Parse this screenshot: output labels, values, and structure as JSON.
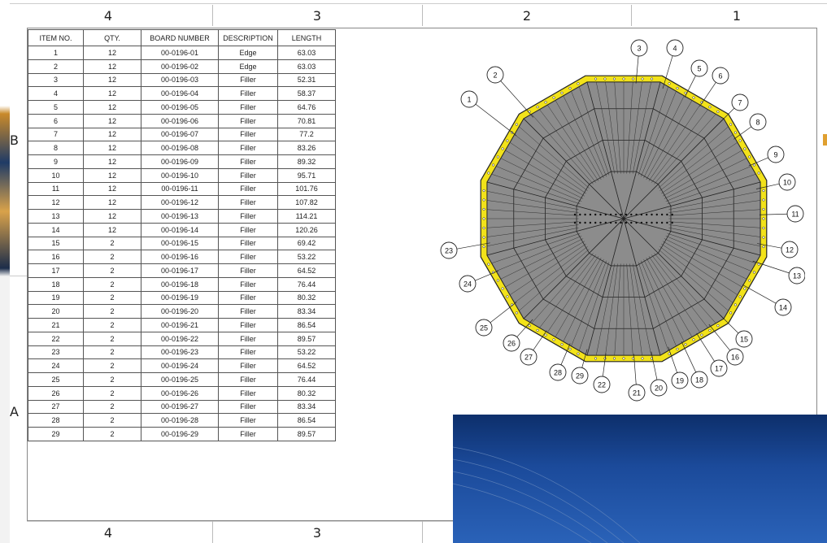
{
  "frame": {
    "top_zones": [
      "4",
      "3",
      "2",
      "1"
    ],
    "bottom_zones": [
      "4",
      "3"
    ],
    "row_letters": [
      "B",
      "A"
    ]
  },
  "bom": {
    "headers": [
      "ITEM NO.",
      "QTY.",
      "BOARD NUMBER",
      "DESCRIPTION",
      "LENGTH"
    ],
    "rows": [
      [
        "1",
        "12",
        "00-0196-01",
        "Edge",
        "63.03"
      ],
      [
        "2",
        "12",
        "00-0196-02",
        "Edge",
        "63.03"
      ],
      [
        "3",
        "12",
        "00-0196-03",
        "Filler",
        "52.31"
      ],
      [
        "4",
        "12",
        "00-0196-04",
        "Filler",
        "58.37"
      ],
      [
        "5",
        "12",
        "00-0196-05",
        "Filler",
        "64.76"
      ],
      [
        "6",
        "12",
        "00-0196-06",
        "Filler",
        "70.81"
      ],
      [
        "7",
        "12",
        "00-0196-07",
        "Filler",
        "77.2"
      ],
      [
        "8",
        "12",
        "00-0196-08",
        "Filler",
        "83.26"
      ],
      [
        "9",
        "12",
        "00-0196-09",
        "Filler",
        "89.32"
      ],
      [
        "10",
        "12",
        "00-0196-10",
        "Filler",
        "95.71"
      ],
      [
        "11",
        "12",
        "00-0196-11",
        "Filler",
        "101.76"
      ],
      [
        "12",
        "12",
        "00-0196-12",
        "Filler",
        "107.82"
      ],
      [
        "13",
        "12",
        "00-0196-13",
        "Filler",
        "114.21"
      ],
      [
        "14",
        "12",
        "00-0196-14",
        "Filler",
        "120.26"
      ],
      [
        "15",
        "2",
        "00-0196-15",
        "Filler",
        "69.42"
      ],
      [
        "16",
        "2",
        "00-0196-16",
        "Filler",
        "53.22"
      ],
      [
        "17",
        "2",
        "00-0196-17",
        "Filler",
        "64.52"
      ],
      [
        "18",
        "2",
        "00-0196-18",
        "Filler",
        "76.44"
      ],
      [
        "19",
        "2",
        "00-0196-19",
        "Filler",
        "80.32"
      ],
      [
        "20",
        "2",
        "00-0196-20",
        "Filler",
        "83.34"
      ],
      [
        "21",
        "2",
        "00-0196-21",
        "Filler",
        "86.54"
      ],
      [
        "22",
        "2",
        "00-0196-22",
        "Filler",
        "89.57"
      ],
      [
        "23",
        "2",
        "00-0196-23",
        "Filler",
        "53.22"
      ],
      [
        "24",
        "2",
        "00-0196-24",
        "Filler",
        "64.52"
      ],
      [
        "25",
        "2",
        "00-0196-25",
        "Filler",
        "76.44"
      ],
      [
        "26",
        "2",
        "00-0196-26",
        "Filler",
        "80.32"
      ],
      [
        "27",
        "2",
        "00-0196-27",
        "Filler",
        "83.34"
      ],
      [
        "28",
        "2",
        "00-0196-28",
        "Filler",
        "86.54"
      ],
      [
        "29",
        "2",
        "00-0196-29",
        "Filler",
        "89.57"
      ]
    ]
  },
  "balloons": [
    "1",
    "2",
    "3",
    "4",
    "5",
    "6",
    "7",
    "8",
    "9",
    "10",
    "11",
    "12",
    "13",
    "14",
    "15",
    "16",
    "17",
    "18",
    "19",
    "20",
    "21",
    "22",
    "23",
    "24",
    "25",
    "26",
    "27",
    "28",
    "29"
  ],
  "colors": {
    "edge": "#f2e21a",
    "body": "#8c8c8c",
    "photo": "#1b4a9a"
  }
}
